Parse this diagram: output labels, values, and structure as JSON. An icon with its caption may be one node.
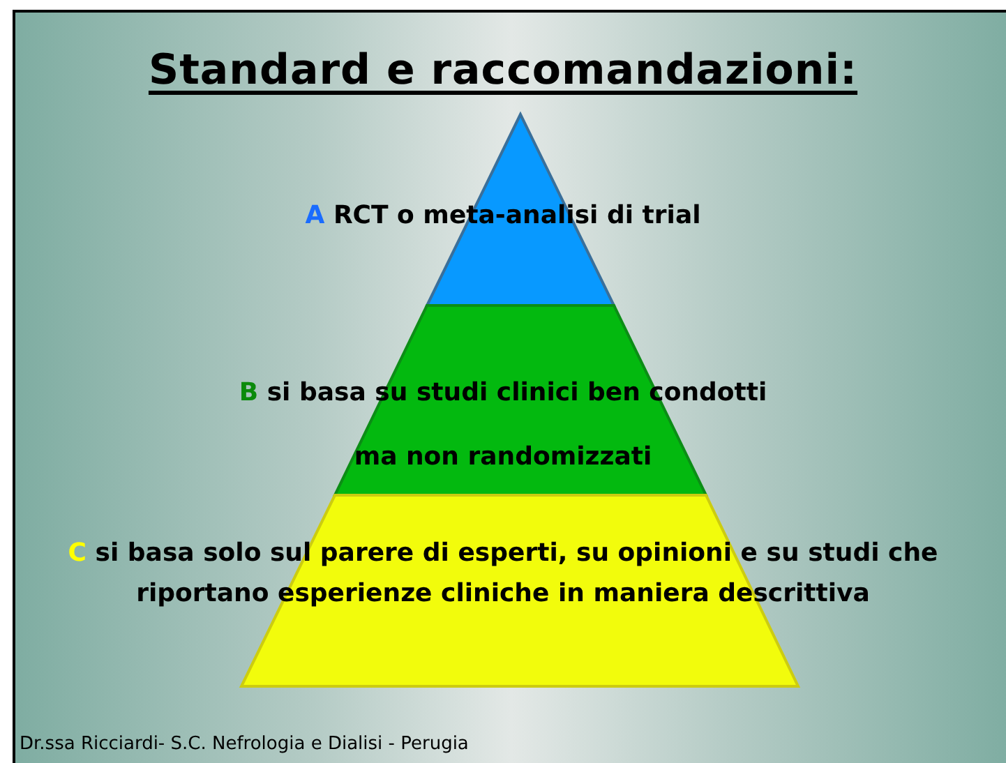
{
  "diagram": {
    "title": "Standard e raccomandazioni:",
    "nodes": [
      {
        "text": [
          "A",
          "RCT o meta-analisi di trial"
        ]
      },
      {
        "text": [
          "B",
          "si basa su studi clinici ben condotti ma non randomizzati"
        ]
      },
      {
        "text": [
          "C",
          "si basa solo sul parere di esperti, su opinioni e su studi che riportano esperienze cliniche in maniera descrittiva"
        ]
      }
    ],
    "labels": [
      "Dr.ssa Ricciardi- S.C. Nefrologia e Dialisi - Perugia"
    ]
  }
}
